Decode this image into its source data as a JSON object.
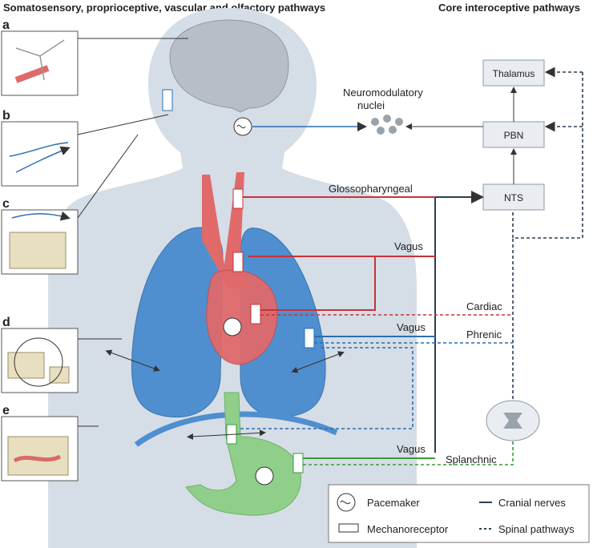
{
  "headers": {
    "left": "Somatosensory, proprioceptive, vascular and olfactory pathways",
    "right": "Core interoceptive pathways"
  },
  "panels": [
    "a",
    "b",
    "c",
    "d",
    "e"
  ],
  "nodes": {
    "thalamus": "Thalamus",
    "pbn": "PBN",
    "nts": "NTS",
    "neuromodulatory": "Neuromodulatory",
    "nuclei": "nuclei"
  },
  "nerves": {
    "glossopharyngeal": "Glossopharyngeal",
    "vagus_1": "Vagus",
    "cardiac": "Cardiac",
    "vagus_2": "Vagus",
    "phrenic": "Phrenic",
    "vagus_3": "Vagus",
    "splanchnic": "Splanchnic"
  },
  "legend": {
    "pacemaker": "Pacemaker",
    "mechanoreceptor": "Mechanoreceptor",
    "cranial": "Cranial nerves",
    "spinal": "Spinal pathways"
  },
  "colors": {
    "body": "#d5dde6",
    "brain": "#b8bec6",
    "lung": "#4f8fcf",
    "vessel": "#e06a6a",
    "stomach": "#8fcf8a",
    "red_nerve": "#c8323a",
    "blue_nerve": "#2a6fb0",
    "green_nerve": "#3a9a3a",
    "dark_nerve": "#2c3e50"
  }
}
